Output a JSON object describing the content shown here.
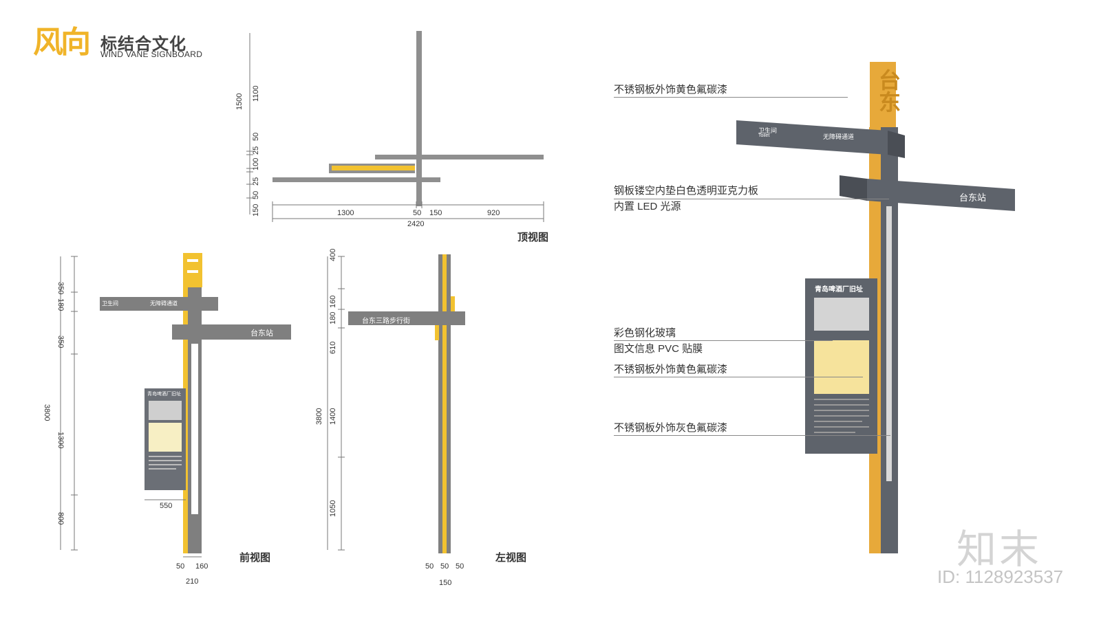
{
  "brand": {
    "logo_text": "风向",
    "name_cn": "标结合文化",
    "name_en": "WIND VANE SIGNBOARD",
    "accent": "#f0b429"
  },
  "colors": {
    "gray": "#8a8a8a",
    "dark": "#5e636b",
    "yellow": "#f2c230",
    "line": "#777777"
  },
  "top_view": {
    "title": "顶视图",
    "dims_v": [
      "1500",
      "1100",
      "50",
      "25",
      "100",
      "25",
      "50",
      "150"
    ],
    "dims_h": [
      "1300",
      "50",
      "150",
      "920",
      "2420"
    ]
  },
  "front_view": {
    "title": "前视图",
    "dims_v": [
      "350",
      "180",
      "350",
      "3800",
      "1300",
      "800"
    ],
    "dims_h": [
      "50",
      "160",
      "210",
      "550"
    ],
    "sign_texts": [
      "卫生间",
      "无障碍通道",
      "台东站"
    ],
    "panel_title": "青岛啤酒厂旧址"
  },
  "side_view": {
    "title": "左视图",
    "dims_v": [
      "400",
      "160",
      "180",
      "610",
      "3800",
      "1400",
      "1050"
    ],
    "dims_h": [
      "50",
      "50",
      "50",
      "150"
    ],
    "sign_text": "台东三路步行街"
  },
  "render": {
    "top_text": "台东",
    "sign1_text": "卫生间",
    "sign1_sub": "Toilet",
    "sign1_text2": "无障碍通道",
    "sign2_text": "台东站",
    "panel_title": "青岛啤酒厂旧址",
    "callouts": [
      "不锈钢板外饰黄色氟碳漆",
      "钢板镂空内垫白色透明亚克力板",
      "内置 LED 光源",
      "彩色钢化玻璃",
      "图文信息 PVC 贴膜",
      "不锈钢板外饰黄色氟碳漆",
      "不锈钢板外饰灰色氟碳漆"
    ]
  },
  "watermark": {
    "logo": "知末",
    "id": "ID: 1128923537"
  }
}
